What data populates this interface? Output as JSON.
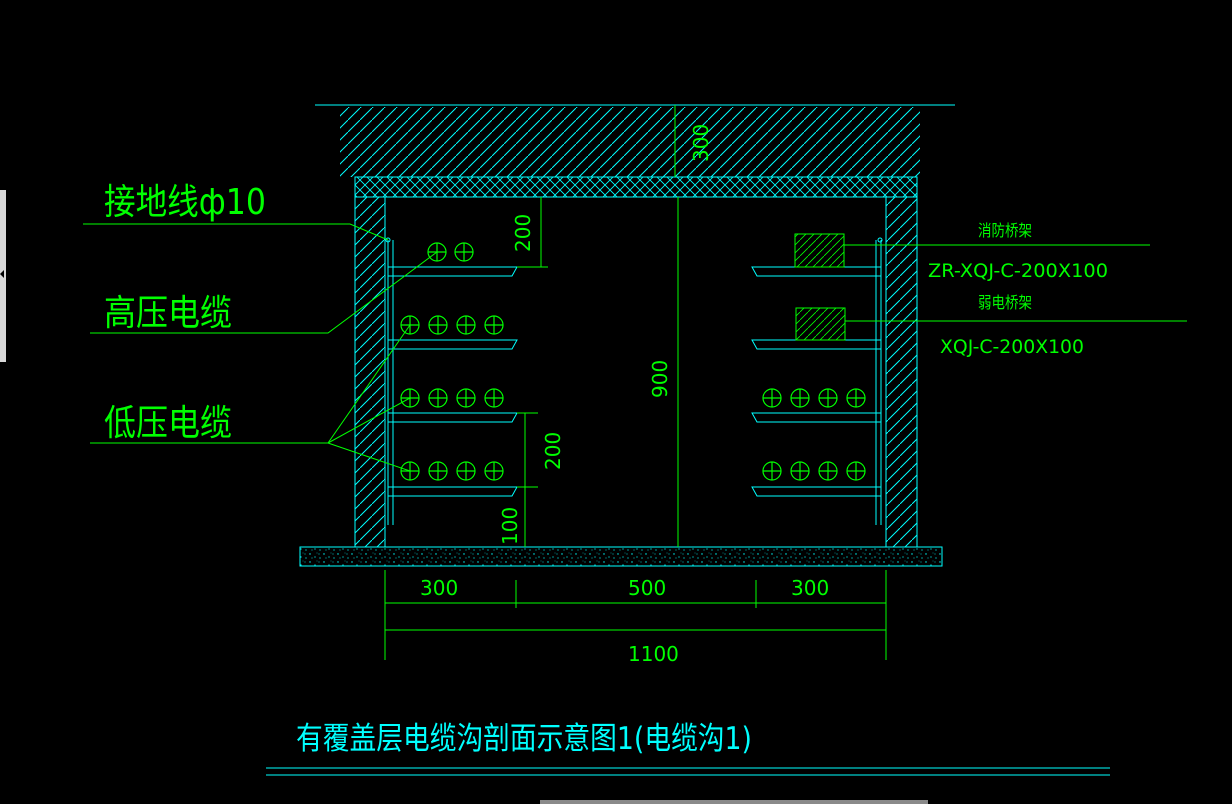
{
  "colors": {
    "background": "#000000",
    "structure": "#00ffff",
    "annotation": "#00ff00",
    "title": "#00ffff",
    "scrollbar": "#d8d8d8"
  },
  "labels": {
    "grounding_wire": "接地线ф10",
    "high_voltage_cable": "高压电缆",
    "low_voltage_cable": "低压电缆",
    "fire_tray": "消防桥架",
    "fire_tray_spec": "ZR-XQJ-C-200X100",
    "weak_tray": "弱电桥架",
    "weak_tray_spec": "XQJ-C-200X100"
  },
  "dimensions": {
    "cover_depth": "300",
    "top_shelf_gap": "200",
    "inner_height": "900",
    "shelf_spacing": "200",
    "bottom_gap": "100",
    "left_width": "300",
    "middle_width": "500",
    "right_width": "300",
    "total_width": "1100"
  },
  "title": "有覆盖层电缆沟剖面示意图1(电缆沟1)",
  "icons": [
    "left-scroll-handle",
    "bottom-scroll-bar"
  ]
}
